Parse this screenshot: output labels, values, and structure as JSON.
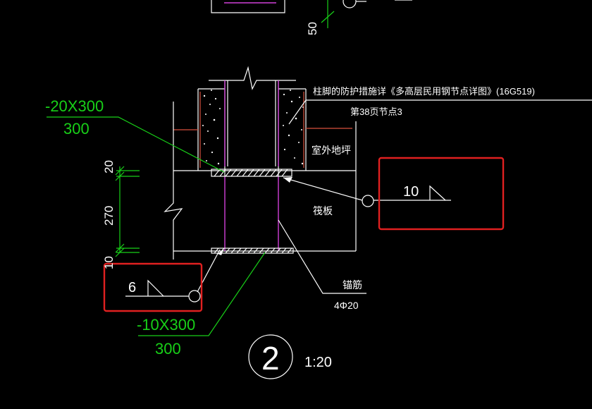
{
  "colors": {
    "background": "#000000",
    "line": "#ffffff",
    "dimension": "#18d018",
    "concrete": "#d8503c",
    "rebar": "#d040d8",
    "highlight": "#e02020"
  },
  "labels": {
    "note_line1": "柱脚的防护措施详《多高层民用钢节点详图》(16G519)",
    "note_line2": "第38页节点3",
    "outdoor_ground": "室外地坪",
    "raft": "筏板",
    "anchor_bolt": "锚筋",
    "anchor_spec": "4Φ20",
    "top_plate_spec": "-20X300",
    "top_plate_len": "300",
    "bottom_plate_spec": "-10X300",
    "bottom_plate_len": "300",
    "weld_top": "10",
    "weld_bottom": "6",
    "dim_20": "20",
    "dim_270": "270",
    "dim_10": "10",
    "dim_50": "50",
    "detail_no": "2",
    "scale": "1:20"
  }
}
